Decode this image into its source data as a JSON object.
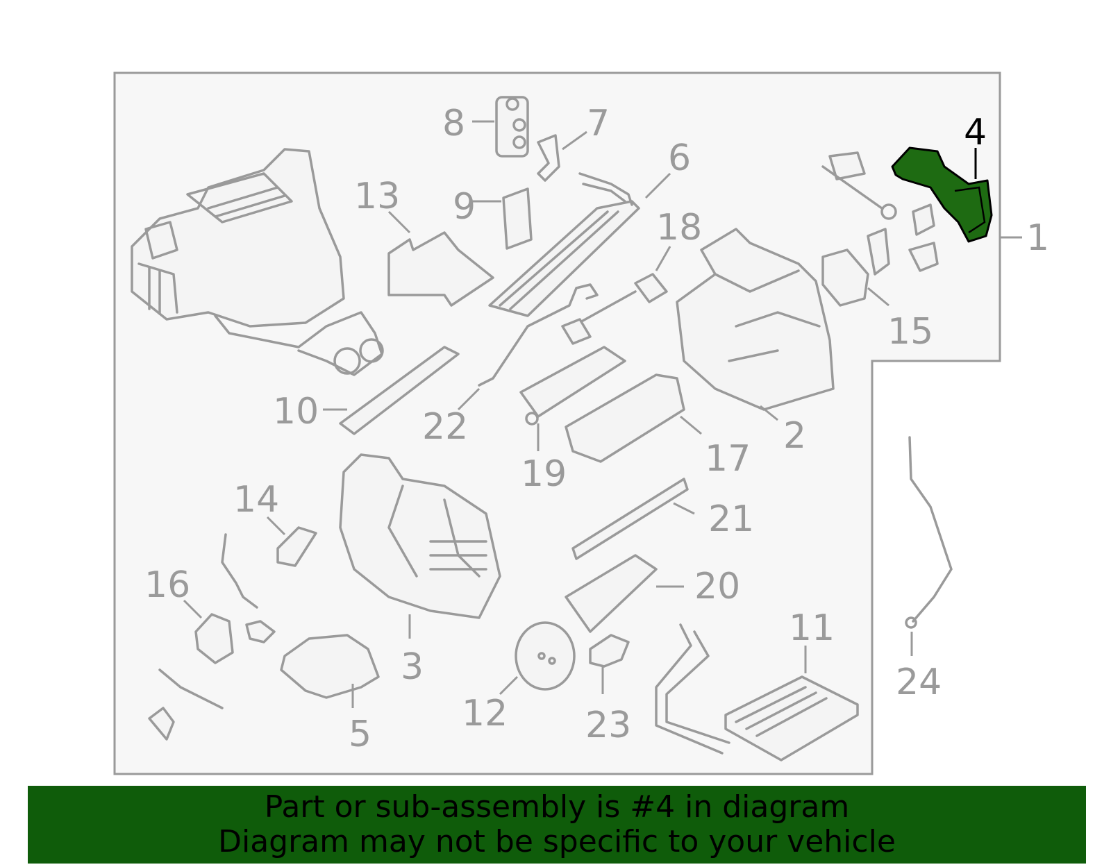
{
  "diagram": {
    "callouts": [
      "1",
      "2",
      "3",
      "4",
      "5",
      "6",
      "7",
      "8",
      "9",
      "10",
      "11",
      "12",
      "13",
      "14",
      "15",
      "16",
      "17",
      "18",
      "19",
      "20",
      "21",
      "22",
      "23",
      "24"
    ],
    "highlighted_part": "4",
    "colors": {
      "frame_fill": "#f7f7f7",
      "line_gray": "#9a9a9a",
      "highlight_green": "#1e6b12",
      "banner_green": "#0f5c0a"
    }
  },
  "banner": {
    "line1": "Part or sub-assembly is #4 in diagram",
    "line2": "Diagram may not be specific to your vehicle"
  }
}
